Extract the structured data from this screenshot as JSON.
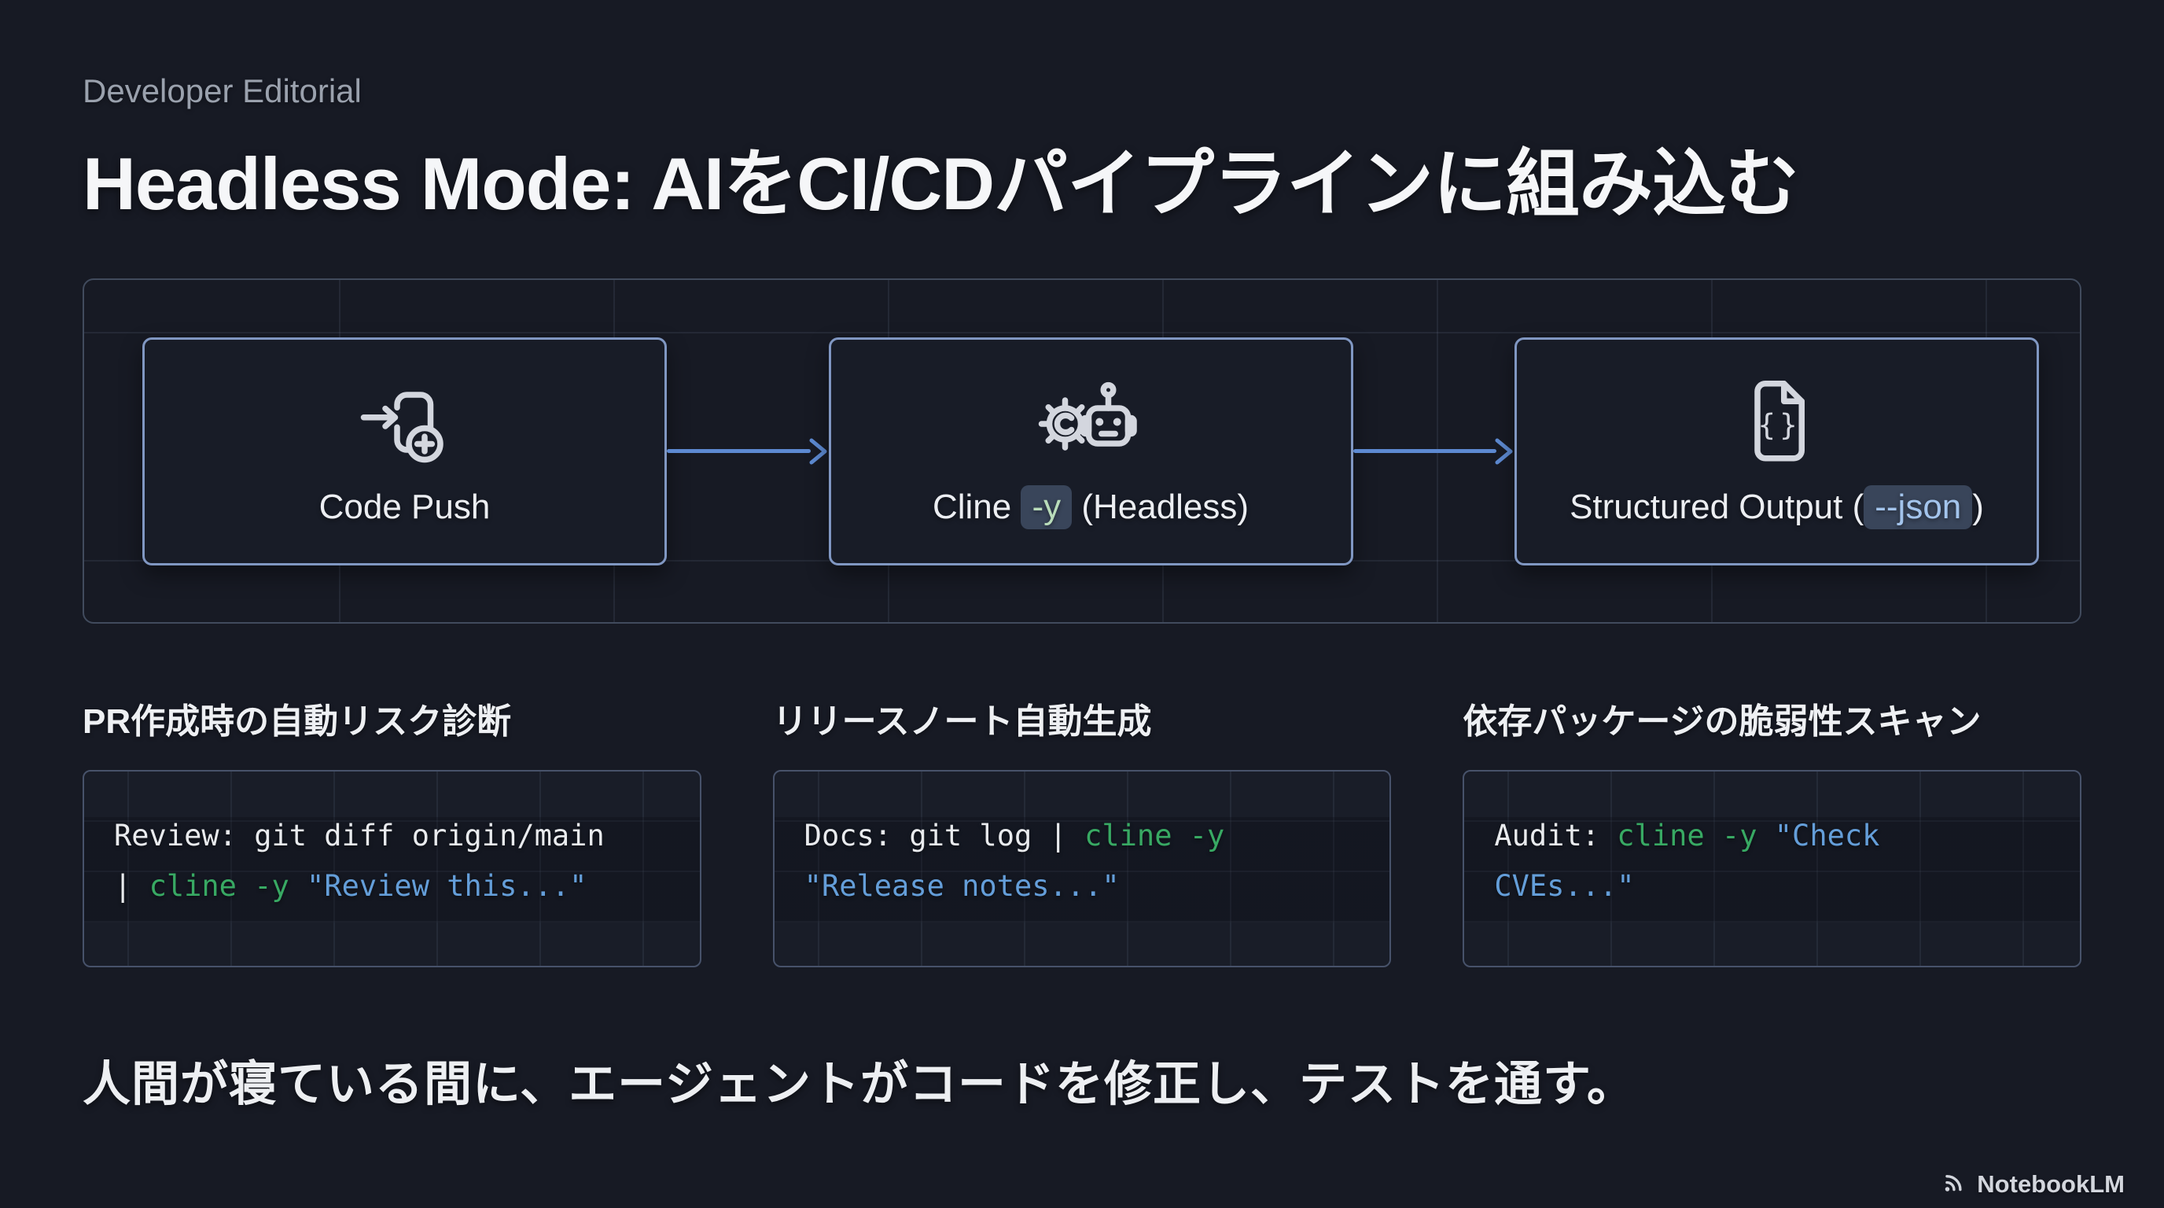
{
  "slide": {
    "eyebrow": "Developer Editorial",
    "title": "Headless Mode: AIをCI/CDパイプラインに組み込む",
    "summary": "人間が寝ている間に、エージェントがコードを修正し、テストを通す。",
    "watermark": "NotebookLM"
  },
  "flow": {
    "nodes": [
      {
        "icon": "code-push-icon",
        "label": "Code Push"
      },
      {
        "icon": "gear-robot-icon",
        "pre": "Cline ",
        "chip": "-y",
        "post": " (Headless)"
      },
      {
        "icon": "json-file-icon",
        "pre": "Structured Output (",
        "chip": "--json",
        "post": ")"
      }
    ],
    "arrow_icon": "right-arrow-icon"
  },
  "cards": [
    {
      "heading": "PR作成時の自動リスク診断",
      "code": {
        "l1p": "Review: git diff origin/main",
        "l2p": "| ",
        "l2g": "cline -y ",
        "l2b": "\"Review this...\""
      }
    },
    {
      "heading": "リリースノート自動生成",
      "code": {
        "l1p": "Docs: git log | ",
        "l1g": "cline -y",
        "l2b": "\"Release notes...\""
      }
    },
    {
      "heading": "依存パッケージの脆弱性スキャン",
      "code": {
        "l1p": "Audit: ",
        "l1g": "cline -y ",
        "l1b": "\"Check",
        "l2b": "CVEs...\""
      }
    }
  ],
  "colors": {
    "background": "#171a24",
    "node_border": "#8097c2",
    "container_border": "#414b5d",
    "arrow_blue": "#5d8ad2",
    "code_green": "#38a963",
    "code_blue": "#649ed9",
    "chip_bg": "#39455a",
    "chip_green_text": "#b9dcba",
    "chip_blue_text": "#a3c4ec"
  }
}
